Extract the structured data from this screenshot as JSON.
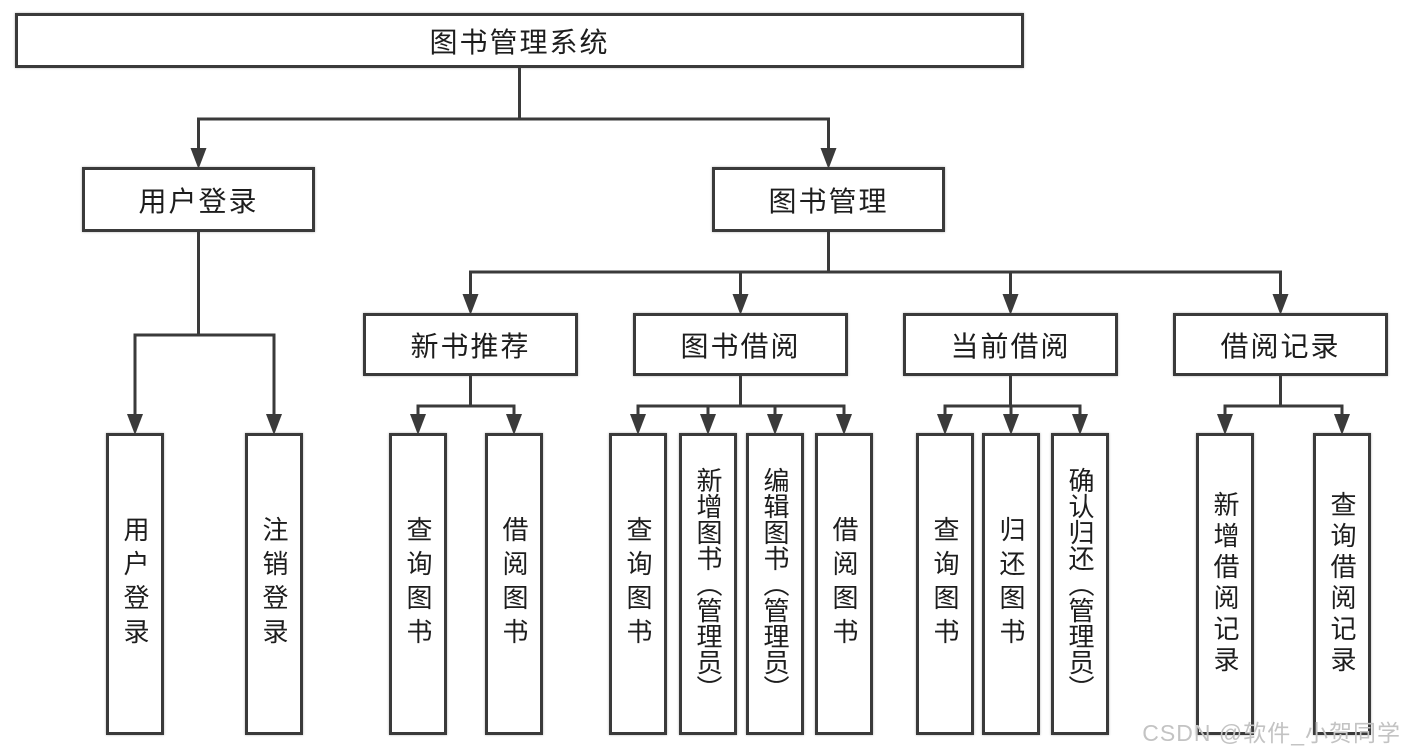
{
  "diagram": {
    "title": "图书管理系统",
    "nodes": [
      {
        "id": "root",
        "label": "图书管理系统"
      },
      {
        "id": "user-login",
        "label": "用户登录"
      },
      {
        "id": "book-mgmt",
        "label": "图书管理"
      },
      {
        "id": "new-book-rec",
        "label": "新书推荐"
      },
      {
        "id": "book-borrow",
        "label": "图书借阅"
      },
      {
        "id": "current-borrow",
        "label": "当前借阅"
      },
      {
        "id": "borrow-records",
        "label": "借阅记录"
      },
      {
        "id": "ul-login",
        "label": "用户登录"
      },
      {
        "id": "ul-logout",
        "label": "注销登录"
      },
      {
        "id": "nbr-query",
        "label": "查询图书"
      },
      {
        "id": "nbr-borrow",
        "label": "借阅图书"
      },
      {
        "id": "bb-query",
        "label": "查询图书"
      },
      {
        "id": "bb-add",
        "label": "新增图书（管理员）"
      },
      {
        "id": "bb-edit",
        "label": "编辑图书（管理员）"
      },
      {
        "id": "bb-borrow",
        "label": "借阅图书"
      },
      {
        "id": "cb-query",
        "label": "查询图书"
      },
      {
        "id": "cb-return",
        "label": "归还图书"
      },
      {
        "id": "cb-confirm",
        "label": "确认归还（管理员）"
      },
      {
        "id": "br-add",
        "label": "新增借阅记录"
      },
      {
        "id": "br-query",
        "label": "查询借阅记录"
      }
    ],
    "edges": [
      {
        "from": "root",
        "to": "user-login"
      },
      {
        "from": "root",
        "to": "book-mgmt"
      },
      {
        "from": "user-login",
        "to": "ul-login"
      },
      {
        "from": "user-login",
        "to": "ul-logout"
      },
      {
        "from": "book-mgmt",
        "to": "new-book-rec"
      },
      {
        "from": "book-mgmt",
        "to": "book-borrow"
      },
      {
        "from": "book-mgmt",
        "to": "current-borrow"
      },
      {
        "from": "book-mgmt",
        "to": "borrow-records"
      },
      {
        "from": "new-book-rec",
        "to": "nbr-query"
      },
      {
        "from": "new-book-rec",
        "to": "nbr-borrow"
      },
      {
        "from": "book-borrow",
        "to": "bb-query"
      },
      {
        "from": "book-borrow",
        "to": "bb-add"
      },
      {
        "from": "book-borrow",
        "to": "bb-edit"
      },
      {
        "from": "book-borrow",
        "to": "bb-borrow"
      },
      {
        "from": "current-borrow",
        "to": "cb-query"
      },
      {
        "from": "current-borrow",
        "to": "cb-return"
      },
      {
        "from": "current-borrow",
        "to": "cb-confirm"
      },
      {
        "from": "borrow-records",
        "to": "br-add"
      },
      {
        "from": "borrow-records",
        "to": "br-query"
      }
    ],
    "colors": {
      "line": "#3a3a3a",
      "box_border": "#3a3a3a",
      "text": "#1d1d1d",
      "background": "#ffffff",
      "watermark_text": "#c3c3c3"
    }
  },
  "watermark": {
    "text": "CSDN @软件_小贺同学"
  }
}
